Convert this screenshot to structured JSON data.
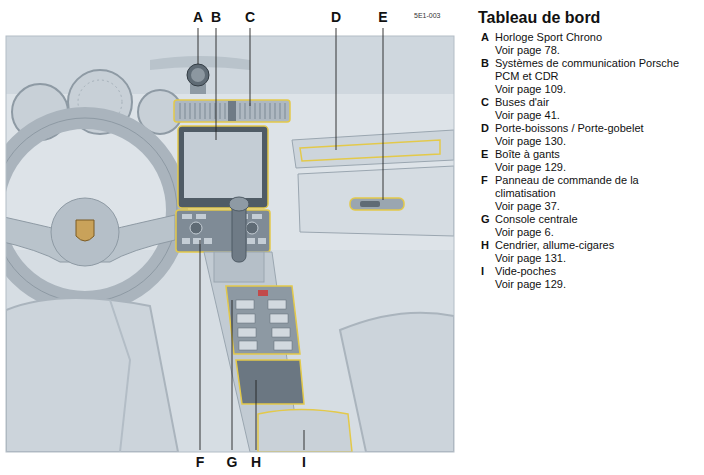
{
  "diagram": {
    "title": "Tableau de bord",
    "labels": [
      "A",
      "B",
      "C",
      "D",
      "E",
      "5E1-003",
      "F",
      "G",
      "H",
      "I",
      "A",
      "Horloge Sport Chrono",
      "Voir page 78.",
      "B",
      "Systèmes de communication Porsche PCM et CDR",
      "Voir page 109.",
      "C",
      "Buses d'air",
      "Voir page 41.",
      "D",
      "Porte-boissons / Porte-gobelet",
      "Voir page 130.",
      "E",
      "Boîte à gants",
      "Voir page 129.",
      "F",
      "Panneau de commande de la climatisation",
      "Voir page 37.",
      "G",
      "Console centrale",
      "Voir page 6.",
      "H",
      "Cendrier, allume-cigares",
      "Voir page 131.",
      "I",
      "Vide-poches",
      "Voir page 129."
    ]
  }
}
